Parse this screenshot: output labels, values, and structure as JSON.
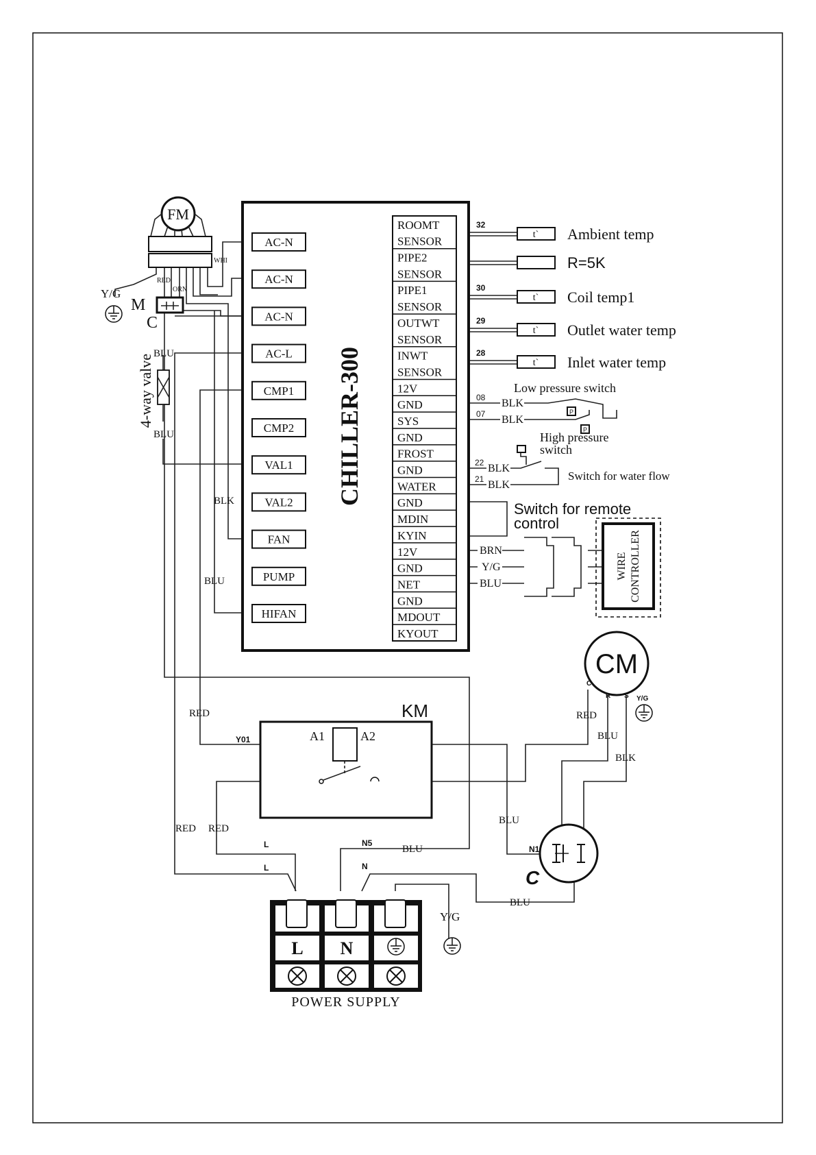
{
  "board": {
    "title": "CHILLER-300",
    "left_terminals": [
      "AC-N",
      "AC-N",
      "AC-N",
      "AC-L",
      "CMP1",
      "CMP2",
      "VAL1",
      "VAL2",
      "FAN",
      "PUMP",
      "HIFAN"
    ],
    "right_terminals": [
      "ROOMT",
      "SENSOR",
      "PIPE2",
      "SENSOR",
      "PIPE1",
      "SENSOR",
      "OUTWT",
      "SENSOR",
      "INWT",
      "SENSOR",
      "12V",
      "GND",
      "SYS",
      "GND",
      "FROST",
      "GND",
      "WATER",
      "GND",
      "MDIN",
      "KYIN",
      "12V",
      "GND",
      "NET",
      "GND",
      "MDOUT",
      "KYOUT"
    ]
  },
  "sensors": [
    {
      "num": "32",
      "symbol": "t`",
      "label": "Ambient temp"
    },
    {
      "num": "",
      "symbol": "",
      "label": "R=5K"
    },
    {
      "num": "30",
      "symbol": "t`",
      "label": "Coil temp1"
    },
    {
      "num": "29",
      "symbol": "t`",
      "label": "Outlet water temp"
    },
    {
      "num": "28",
      "symbol": "t`",
      "label": "Inlet water temp"
    }
  ],
  "switches": {
    "low_pressure": "Low pressure switch",
    "high_pressure_1": "High pressure",
    "high_pressure_2": "switch",
    "water_flow": "Switch for water flow",
    "remote_1": "Switch for remote",
    "remote_2": "control",
    "p_symbol": "P",
    "num_08": "08",
    "num_07": "07",
    "num_22": "22",
    "num_21": "21"
  },
  "wire_controller": {
    "line1": "WIRE",
    "line2": "CONTROLLER"
  },
  "wire_colors": {
    "blk": "BLK",
    "blu": "BLU",
    "red": "RED",
    "brn": "BRN",
    "yg": "Y/G",
    "whi": "WHI",
    "orn": "ORN"
  },
  "fan_motor": {
    "label": "FM",
    "m": "M",
    "c": "C"
  },
  "valve_label": "4-way valve",
  "compressor": {
    "label": "CM",
    "c": "C",
    "r": "R",
    "s": "S",
    "cap_label": "C"
  },
  "contactor": {
    "label": "KM",
    "a1": "A1",
    "a2": "A2",
    "y01": "Y01"
  },
  "wire_tags": {
    "l1": "L",
    "l2": "L",
    "n5": "N5",
    "n": "N",
    "n1": "N1"
  },
  "power_supply": {
    "title": "POWER SUPPLY",
    "l": "L",
    "n": "N"
  }
}
